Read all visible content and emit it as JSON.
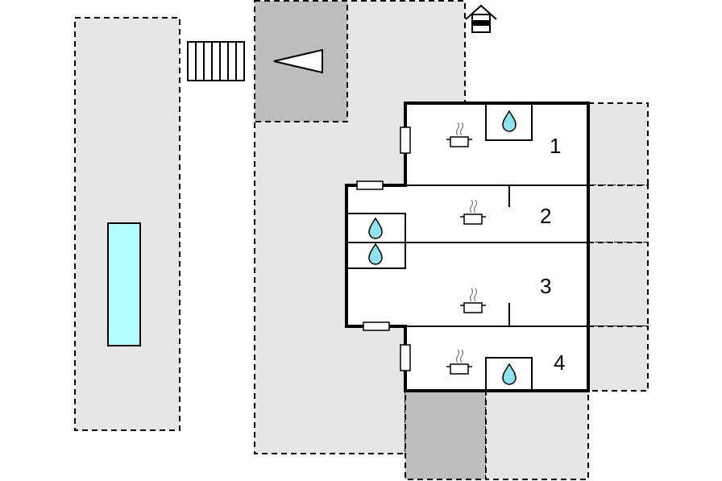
{
  "colors": {
    "terrace": "#e6e6e6",
    "covered": "#bdbdbd",
    "pool": "#b3ffff",
    "water": "#8fe3ee",
    "wall": "#000000",
    "background": "#ffffff"
  },
  "rooms": [
    {
      "label": "1"
    },
    {
      "label": "2"
    },
    {
      "label": "3"
    },
    {
      "label": "4"
    }
  ],
  "icons": {
    "stove": "stove-icon",
    "water": "water-drop-icon",
    "house": "house-icon",
    "stairs": "stairs-icon",
    "direction": "triangle-pointer-icon"
  }
}
